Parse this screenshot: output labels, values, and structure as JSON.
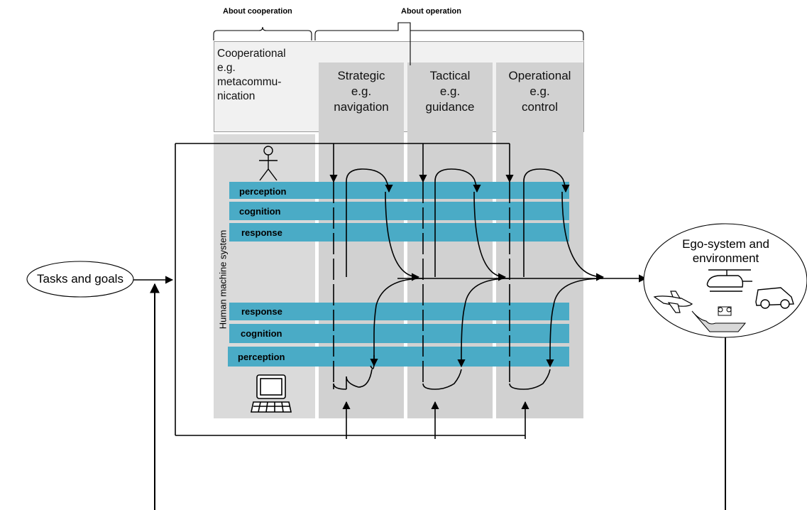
{
  "header": {
    "about_cooperation": "About cooperation",
    "about_operation": "About operation"
  },
  "cooperational": {
    "line1": "Cooperational",
    "line2": "e.g.",
    "line3": "metacommu-",
    "line4": "nication"
  },
  "columns": [
    {
      "title": "Strategic",
      "eg": "e.g.",
      "example": "navigation"
    },
    {
      "title": "Tactical",
      "eg": "e.g.",
      "example": "guidance"
    },
    {
      "title": "Operational",
      "eg": "e.g.",
      "example": "control"
    }
  ],
  "hms_label": "Human machine system",
  "bars_top": [
    "perception",
    "cognition",
    "response"
  ],
  "bars_bottom": [
    "response",
    "cognition",
    "perception"
  ],
  "tasks": "Tasks and goals",
  "ego": {
    "line1": "Ego-system and",
    "line2": "environment"
  },
  "colors": {
    "bar": "#4aabc6",
    "column": "#d4d4d4",
    "hms_panel": "#dcdcdc",
    "coop_box": "#f0f0f0"
  },
  "icons": [
    "human-figure-icon",
    "computer-icon",
    "airplane-icon",
    "helicopter-icon",
    "car-icon",
    "ship-icon"
  ]
}
